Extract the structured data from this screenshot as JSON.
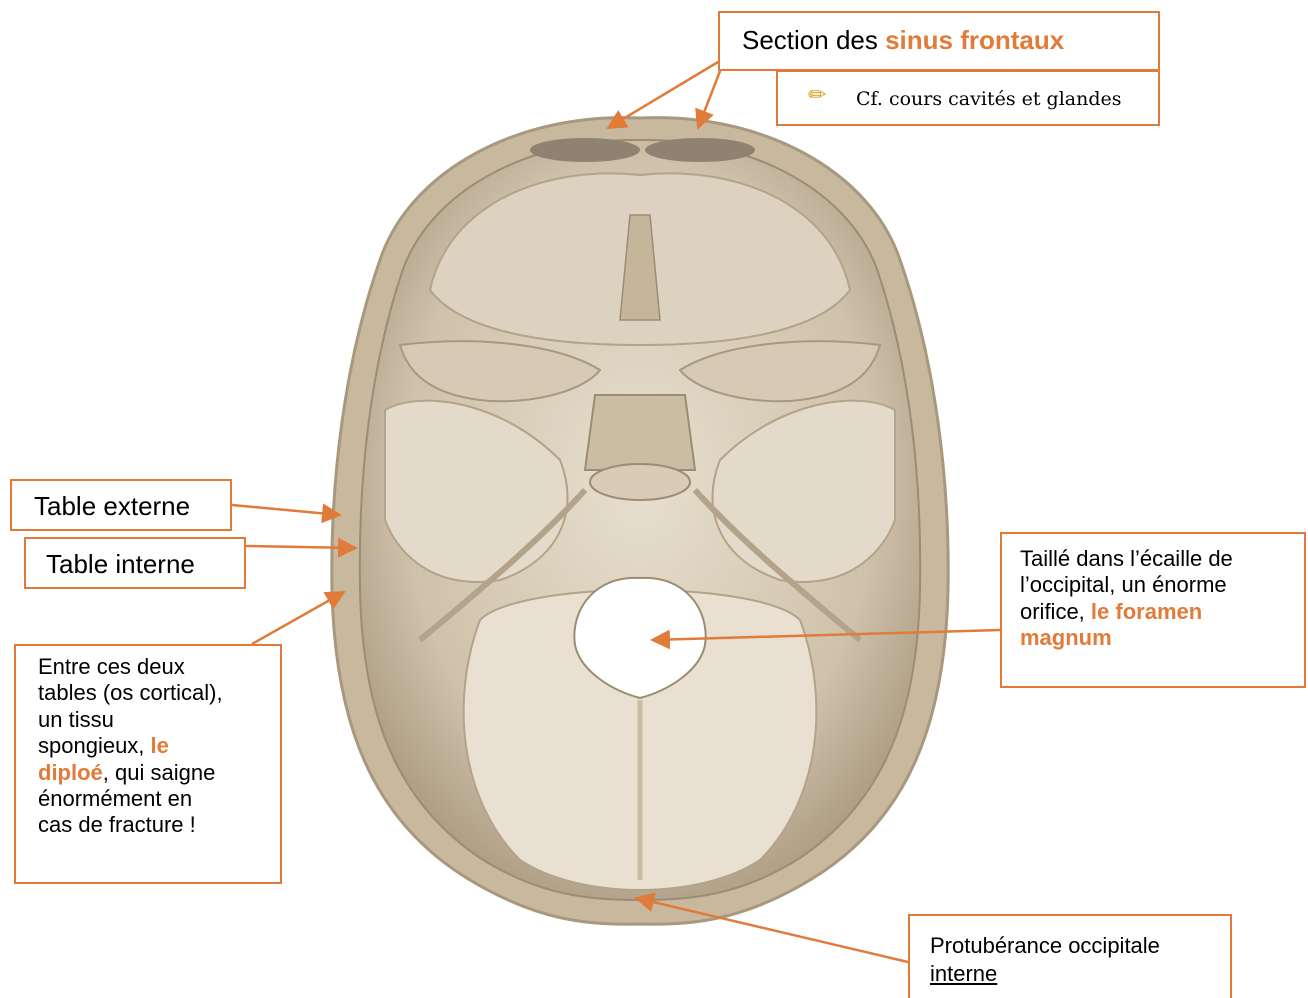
{
  "colors": {
    "accent": "#e07b39",
    "bone": "#d9cdb8",
    "bone_dark": "#a8987f",
    "diploe": "#c8b99e"
  },
  "icons": {
    "pencil": "pencil-icon"
  },
  "labels": {
    "sinus": {
      "prefix": "Section des ",
      "highlight": "sinus frontaux"
    },
    "note": "Cf. cours cavités et glandes",
    "table_externe": "Table externe",
    "table_interne": "Table interne",
    "diploe": {
      "l1": "Entre ces deux",
      "l2": "tables (os cortical),",
      "l3": "un tissu",
      "l4a": "spongieux, ",
      "l4b": "le",
      "l5a": "diploé",
      "l5b": ", qui saigne",
      "l6": "énormément en",
      "l7": "cas de fracture !"
    },
    "foramen": {
      "l1": "Taillé dans l’écaille de",
      "l2": "l’occipital, un énorme",
      "l3a": "orifice, ",
      "l3b": "le foramen",
      "l4": "magnum"
    },
    "protuberance": {
      "l1": "Protubérance occipitale",
      "l2": "interne"
    }
  }
}
